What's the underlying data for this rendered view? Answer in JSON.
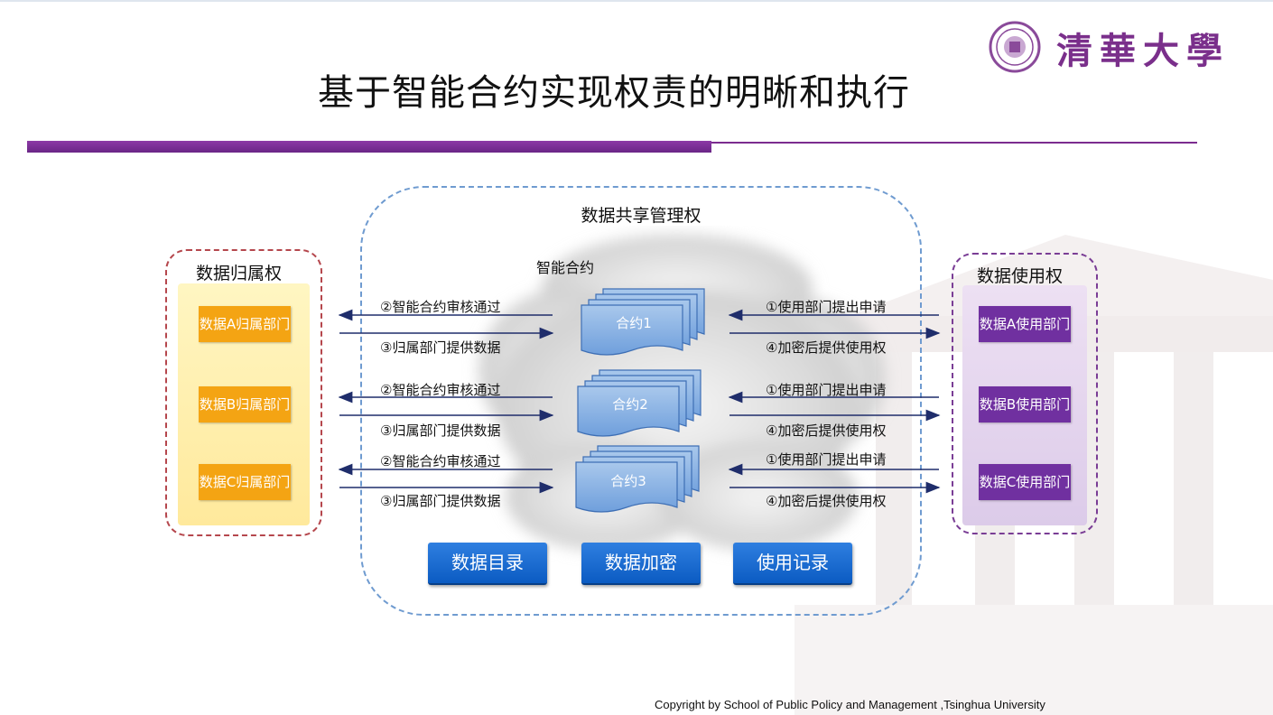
{
  "slide": {
    "title": "基于智能合约实现权责的明晰和执行",
    "logo_text": "清華大學",
    "copyright": "Copyright by School of Public Policy and Management ,Tsinghua University"
  },
  "ownership": {
    "title": "数据归属权",
    "items": [
      "数据A归属部门",
      "数据B归属部门",
      "数据C归属部门"
    ]
  },
  "usage": {
    "title": "数据使用权",
    "items": [
      "数据A使用部门",
      "数据B使用部门",
      "数据C使用部门"
    ]
  },
  "sharing": {
    "title": "数据共享管理权",
    "cloud_label": "智能合约",
    "contracts": [
      "合约1",
      "合约2",
      "合约3"
    ],
    "tools": [
      "数据目录",
      "数据加密",
      "使用记录"
    ]
  },
  "flows": {
    "left_top": "②智能合约审核通过",
    "left_bottom": "③归属部门提供数据",
    "right_top": "①使用部门提出申请",
    "right_bottom": "④加密后提供使用权"
  },
  "colors": {
    "ownership_box": "#f4a413",
    "usage_box": "#7030a0",
    "tool_button": "#1a6fd6",
    "accent_purple": "#7b2c8f"
  }
}
